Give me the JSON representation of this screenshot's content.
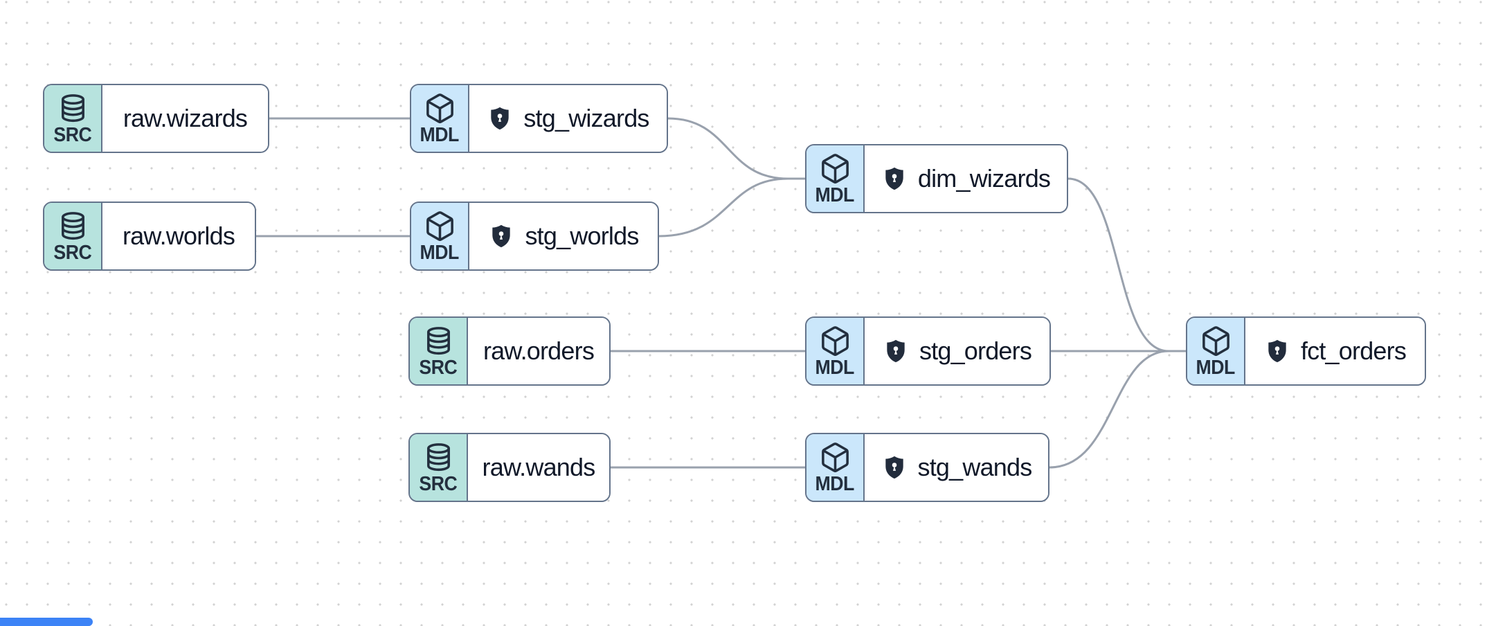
{
  "app": {
    "view": "data lineage graph"
  },
  "palette": {
    "background": "#ffffff",
    "grid_dot": "#d2d2d2",
    "node_border": "#64748b",
    "edge": "#99a1ad",
    "src_panel": "#b7e3de",
    "mdl_panel": "#cbe7fb",
    "icon_ink": "#232f3e",
    "label_ink": "#101828",
    "shield_fill": "#222c3c",
    "scrollbar_thumb": "#3c83f6"
  },
  "nodes": [
    {
      "id": "raw.wizards",
      "type": "SRC",
      "label": "raw.wizards",
      "icon": "database-icon",
      "shield": false
    },
    {
      "id": "stg_wizards",
      "type": "MDL",
      "label": "stg_wizards",
      "icon": "cube-icon",
      "shield": true
    },
    {
      "id": "raw.worlds",
      "type": "SRC",
      "label": "raw.worlds",
      "icon": "database-icon",
      "shield": false
    },
    {
      "id": "stg_worlds",
      "type": "MDL",
      "label": "stg_worlds",
      "icon": "cube-icon",
      "shield": true
    },
    {
      "id": "dim_wizards",
      "type": "MDL",
      "label": "dim_wizards",
      "icon": "cube-icon",
      "shield": true
    },
    {
      "id": "raw.orders",
      "type": "SRC",
      "label": "raw.orders",
      "icon": "database-icon",
      "shield": false
    },
    {
      "id": "stg_orders",
      "type": "MDL",
      "label": "stg_orders",
      "icon": "cube-icon",
      "shield": true
    },
    {
      "id": "raw.wands",
      "type": "SRC",
      "label": "raw.wands",
      "icon": "database-icon",
      "shield": false
    },
    {
      "id": "stg_wands",
      "type": "MDL",
      "label": "stg_wands",
      "icon": "cube-icon",
      "shield": true
    },
    {
      "id": "fct_orders",
      "type": "MDL",
      "label": "fct_orders",
      "icon": "cube-icon",
      "shield": true
    }
  ],
  "edges": [
    {
      "from": "raw.wizards",
      "to": "stg_wizards"
    },
    {
      "from": "raw.worlds",
      "to": "stg_worlds"
    },
    {
      "from": "stg_wizards",
      "to": "dim_wizards"
    },
    {
      "from": "stg_worlds",
      "to": "dim_wizards"
    },
    {
      "from": "raw.orders",
      "to": "stg_orders"
    },
    {
      "from": "raw.wands",
      "to": "stg_wands"
    },
    {
      "from": "stg_orders",
      "to": "fct_orders"
    },
    {
      "from": "dim_wizards",
      "to": "fct_orders"
    },
    {
      "from": "stg_wands",
      "to": "fct_orders"
    }
  ]
}
